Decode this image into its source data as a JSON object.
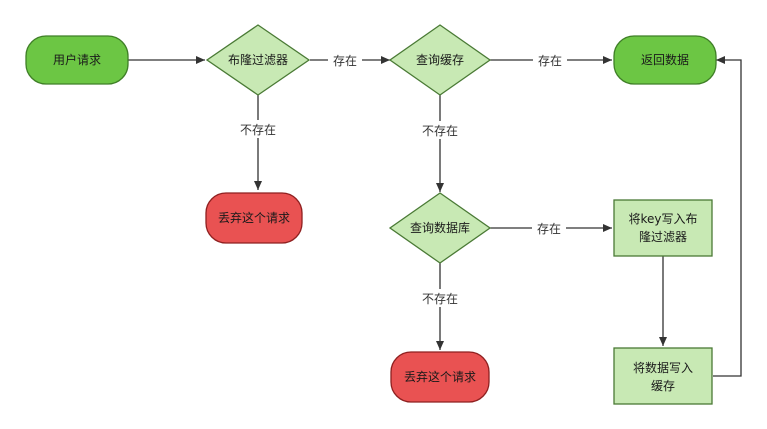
{
  "colors": {
    "terminal_green_fill": "#6cc644",
    "terminal_green_stroke": "#3f7f27",
    "terminal_red_fill": "#e95252",
    "terminal_red_stroke": "#8f2020",
    "process_fill": "#c8e9b4",
    "process_stroke": "#4a7a35",
    "edge": "#333333"
  },
  "nodes": {
    "user_request": "用户请求",
    "bloom_filter": "布隆过滤器",
    "query_cache": "查询缓存",
    "return_data": "返回数据",
    "discard_1": "丢弃这个请求",
    "query_db": "查询数据库",
    "write_bloom_line1": "将key写入布",
    "write_bloom_line2": "隆过滤器",
    "discard_2": "丢弃这个请求",
    "write_cache_line1": "将数据写入",
    "write_cache_line2": "缓存"
  },
  "edges": {
    "bloom_to_cache": "存在",
    "cache_to_return": "存在",
    "bloom_to_discard": "不存在",
    "cache_to_db": "不存在",
    "db_to_write_bloom": "存在",
    "db_to_discard": "不存在"
  }
}
